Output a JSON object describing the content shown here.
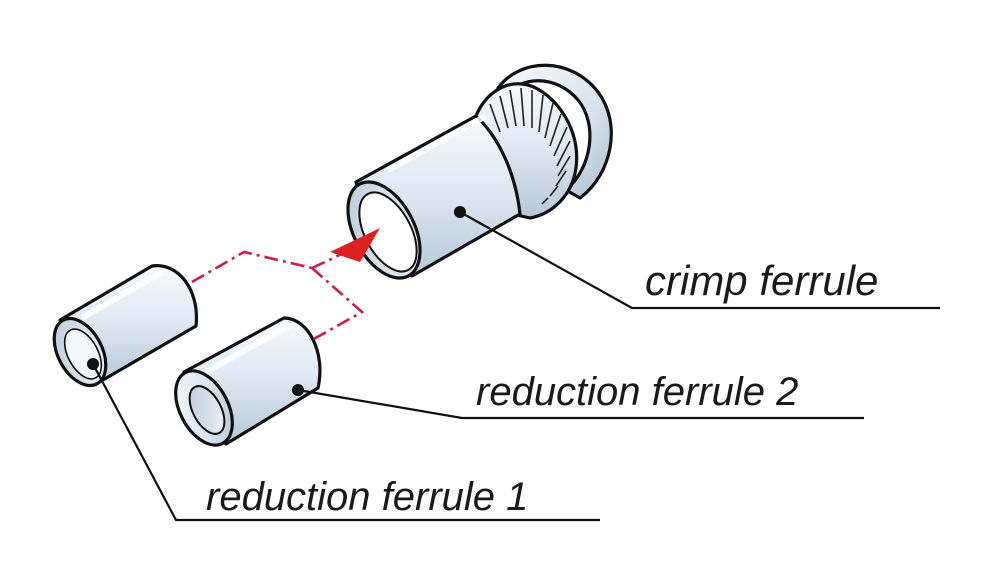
{
  "labels": {
    "crimp_ferrule": "crimp ferrule",
    "reduction_ferrule_2": "reduction ferrule 2",
    "reduction_ferrule_1": "reduction ferrule 1"
  },
  "colors": {
    "metal_light": "#eef5fb",
    "metal_mid": "#cfdde8",
    "metal_dark": "#a9bccb",
    "outline": "#111111",
    "guide_line": "#c8204a",
    "arrow": "#e02020"
  }
}
